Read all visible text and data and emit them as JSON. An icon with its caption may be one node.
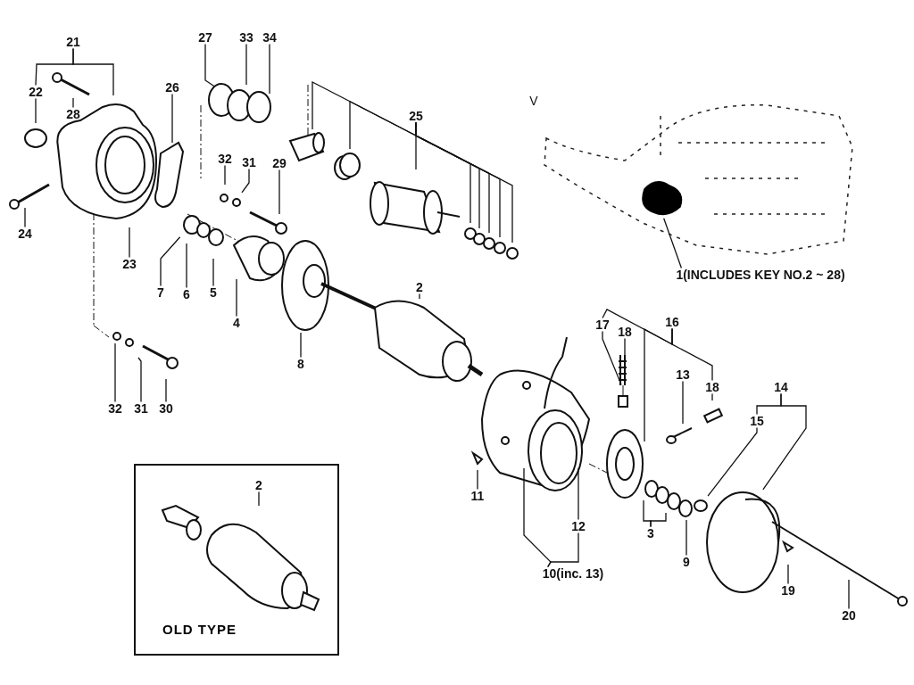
{
  "diagram": {
    "nodes": [
      {
        "text": [
          "21"
        ]
      },
      {
        "text": [
          "27"
        ]
      },
      {
        "text": [
          "33"
        ]
      },
      {
        "text": [
          "34"
        ]
      },
      {
        "text": [
          "22"
        ]
      },
      {
        "text": [
          "26"
        ]
      },
      {
        "text": [
          "28"
        ]
      },
      {
        "text": [
          "25"
        ]
      },
      {
        "text": [
          "32"
        ]
      },
      {
        "text": [
          "31"
        ]
      },
      {
        "text": [
          "29"
        ]
      },
      {
        "text": [
          "24"
        ]
      },
      {
        "text": [
          "23"
        ]
      },
      {
        "text": [
          "1(INCLUDES KEY NO.2 ~ 28)"
        ]
      },
      {
        "text": [
          "7"
        ]
      },
      {
        "text": [
          "6"
        ]
      },
      {
        "text": [
          "5"
        ]
      },
      {
        "text": [
          "2"
        ]
      },
      {
        "text": [
          "4"
        ]
      },
      {
        "text": [
          "16"
        ]
      },
      {
        "text": [
          "17"
        ]
      },
      {
        "text": [
          "18"
        ]
      },
      {
        "text": [
          "8"
        ]
      },
      {
        "text": [
          "13"
        ]
      },
      {
        "text": [
          "18"
        ]
      },
      {
        "text": [
          "14"
        ]
      },
      {
        "text": [
          "32"
        ]
      },
      {
        "text": [
          "31"
        ]
      },
      {
        "text": [
          "30"
        ]
      },
      {
        "text": [
          "15"
        ]
      },
      {
        "text": [
          "OLD TYPE"
        ]
      },
      {
        "text": [
          "2"
        ],
        "in": 30
      },
      {
        "text": [
          "11"
        ]
      },
      {
        "text": [
          "12"
        ]
      },
      {
        "text": [
          "3"
        ]
      },
      {
        "text": [
          "9"
        ]
      },
      {
        "text": [
          "10(inc. 13)"
        ]
      },
      {
        "text": [
          "19"
        ]
      },
      {
        "text": [
          "20"
        ]
      }
    ],
    "edges": [
      {
        "from": 0,
        "to": 4,
        "arrow": "none"
      },
      {
        "from": 0,
        "to": null,
        "arrow": "none"
      },
      {
        "from": 1,
        "to": null,
        "arrow": "none"
      },
      {
        "from": 2,
        "to": null,
        "arrow": "none"
      },
      {
        "from": 3,
        "to": null,
        "arrow": "none"
      },
      {
        "from": 4,
        "to": null,
        "arrow": "none"
      },
      {
        "from": 5,
        "to": null,
        "arrow": "none"
      },
      {
        "from": 6,
        "to": null,
        "arrow": "none"
      },
      {
        "from": 7,
        "to": null,
        "arrow": "none"
      },
      {
        "from": 7,
        "to": null,
        "arrow": "none"
      },
      {
        "from": 7,
        "to": null,
        "arrow": "none"
      },
      {
        "from": 7,
        "to": null,
        "arrow": "none"
      },
      {
        "from": 7,
        "to": null,
        "arrow": "none"
      },
      {
        "from": 7,
        "to": null,
        "arrow": "none"
      },
      {
        "from": 7,
        "to": null,
        "arrow": "none"
      },
      {
        "from": 7,
        "to": null,
        "arrow": "none"
      },
      {
        "from": 8,
        "to": null,
        "arrow": "none"
      },
      {
        "from": 9,
        "to": null,
        "arrow": "none"
      },
      {
        "from": 10,
        "to": null,
        "arrow": "none"
      },
      {
        "from": 11,
        "to": null,
        "arrow": "none"
      },
      {
        "from": 12,
        "to": null,
        "arrow": "none"
      },
      {
        "from": 13,
        "to": null,
        "arrow": "none"
      },
      {
        "from": 14,
        "to": null,
        "arrow": "none"
      },
      {
        "from": 15,
        "to": null,
        "arrow": "none"
      },
      {
        "from": 16,
        "to": null,
        "arrow": "none"
      },
      {
        "from": 17,
        "to": null,
        "arrow": "none"
      },
      {
        "from": 18,
        "to": null,
        "arrow": "none"
      },
      {
        "from": 19,
        "to": 20,
        "arrow": "none"
      },
      {
        "from": 19,
        "to": 24,
        "arrow": "none"
      },
      {
        "from": 19,
        "to": null,
        "arrow": "none"
      },
      {
        "from": 20,
        "to": null,
        "arrow": "none"
      },
      {
        "from": 21,
        "to": null,
        "arrow": "none"
      },
      {
        "from": 22,
        "to": null,
        "arrow": "none"
      },
      {
        "from": 23,
        "to": null,
        "arrow": "none"
      },
      {
        "from": 24,
        "to": null,
        "arrow": "none"
      },
      {
        "from": 25,
        "to": 29,
        "arrow": "none"
      },
      {
        "from": 25,
        "to": null,
        "arrow": "none"
      },
      {
        "from": 26,
        "to": null,
        "arrow": "none"
      },
      {
        "from": 27,
        "to": null,
        "arrow": "none"
      },
      {
        "from": 28,
        "to": null,
        "arrow": "none"
      },
      {
        "from": 29,
        "to": null,
        "arrow": "none"
      },
      {
        "from": 31,
        "to": null,
        "arrow": "none"
      },
      {
        "from": 32,
        "to": null,
        "arrow": "none"
      },
      {
        "from": 33,
        "to": null,
        "arrow": "none"
      },
      {
        "from": 36,
        "to": null,
        "arrow": "none"
      },
      {
        "from": 36,
        "to": 33,
        "arrow": "none"
      },
      {
        "from": 34,
        "to": null,
        "arrow": "none"
      },
      {
        "from": 34,
        "to": null,
        "arrow": "none"
      },
      {
        "from": 35,
        "to": null,
        "arrow": "none"
      },
      {
        "from": 37,
        "to": null,
        "arrow": "none"
      },
      {
        "from": 38,
        "to": null,
        "arrow": "none"
      }
    ],
    "labels": [
      "V"
    ]
  }
}
